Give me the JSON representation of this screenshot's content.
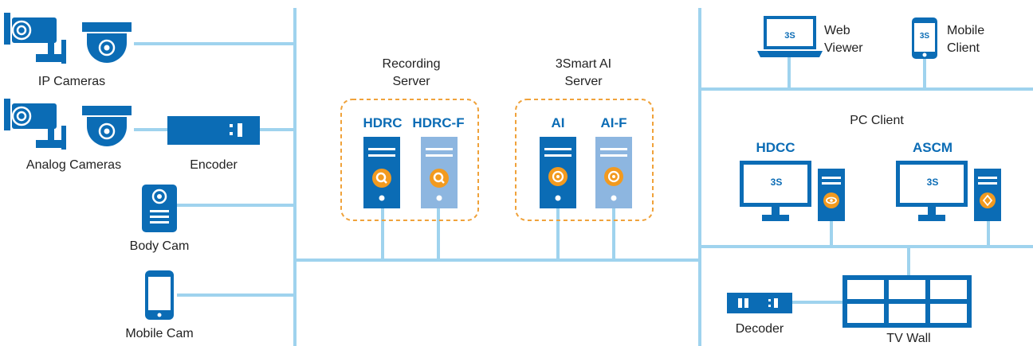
{
  "colors": {
    "line": "#9fd3ee",
    "device": "#0b6cb5",
    "server_light": "#8db6e0",
    "accent": "#f29a1f",
    "dash": "#f0a23a",
    "brand_text": "#0b6cb5"
  },
  "left": {
    "ip_cameras": "IP Cameras",
    "analog_cameras": "Analog Cameras",
    "encoder": "Encoder",
    "body_cam": "Body Cam",
    "mobile_cam": "Mobile Cam"
  },
  "middle": {
    "recording_server": {
      "line1": "Recording",
      "line2": "Server",
      "servers": [
        "HDRC",
        "HDRC-F"
      ]
    },
    "ai_server": {
      "line1": "3Smart AI",
      "line2": "Server",
      "servers": [
        "AI",
        "AI-F"
      ]
    }
  },
  "right": {
    "web_viewer": {
      "line1": "Web",
      "line2": "Viewer"
    },
    "mobile_client": {
      "line1": "Mobile",
      "line2": "Client"
    },
    "pc_client": "PC Client",
    "hdcc": "HDCC",
    "ascm": "ASCM",
    "decoder": "Decoder",
    "tv_wall": "TV Wall",
    "logo_text": "3S"
  }
}
